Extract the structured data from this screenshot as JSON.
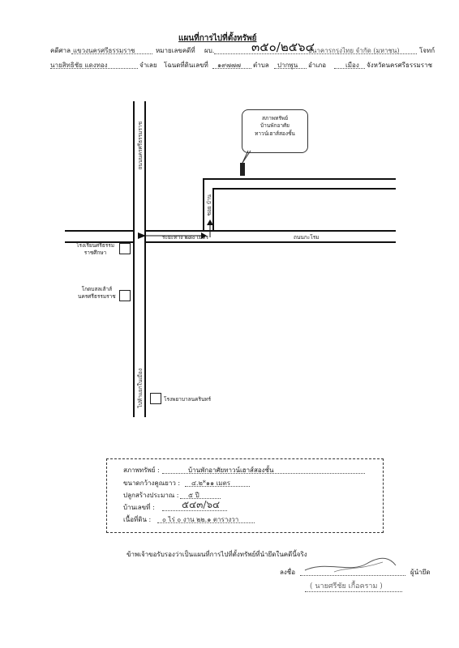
{
  "header": {
    "title": "แผนที่การไปที่ตั้งทรัพย์",
    "court_label": "คดีศาล",
    "court_value": "แขวงนครศรีธรรมราช",
    "case_label": "หมายเลขคดีที่",
    "case_prefix": "ผบ.",
    "case_value": "๓๕๐/๒๕๖๔",
    "plaintiff_value": "ธนาคารกรุงไทย จำกัด (มหาชน)",
    "plaintiff_suffix": "โจทก์",
    "defendant_value": "นายสิทธิชัย แดงทอง",
    "defendant_label": "จำเลย",
    "deed_label": "โฉนดที่ดินเลขที่",
    "deed_value": "๑๙๗๗๗",
    "subdistrict_label": "ตำบล",
    "subdistrict_value": "ปากพูน",
    "district_label": "อำเภอ",
    "district_value": "เมือง",
    "province_value": "จังหวัดนครศรีธรรมราช"
  },
  "map": {
    "road_vertical_upper": "ถนนนครศรีธรรมราช",
    "road_vertical_lower": "ไปห้าแยกในเมือง",
    "road_horizontal": "ถนนกะโรม",
    "distance_label": "ระยะทาง ๒๘๐ เมตร",
    "soi_label": "ซอย บ้าน",
    "place_school": "โรงเรียนศรีธรรม\nราชศึกษา",
    "place_temple": "โกดบสลเส้าส์\nนครศรีธรรมราช",
    "place_hospital": "โรงพยาบาลนครินทร์",
    "callout": "สภาพทรัพย์\nบ้านพักอาศัย\nทาวน์เฮาส์สองชั้น"
  },
  "details": {
    "condition_label": "สภาพทรัพย์ :",
    "condition_value": "บ้านพักอาศัยทาวน์เฮาส์สองชั้น",
    "size_label": "ขนาดกว้างคูณยาว :",
    "size_value": "๔.๒*๑๑ เมตร",
    "age_label": "ปลูกสร้างประมาณ :",
    "age_value": "๕ ปี",
    "house_no_label": "บ้านเลขที่ :",
    "house_no_value": "๕๔๓/๖๔",
    "area_label": "เนื้อที่ดิน :",
    "area_value": "๐ ไร่ ๐ งาน ๒๒.๑ ตารางวา"
  },
  "footer": {
    "certify": "ข้าพเจ้าขอรับรองว่าเป็นแผนที่การไปที่ตั้งทรัพย์ที่นำยึดในคดีนี้จริง",
    "sign_label": "ลงชื่อ",
    "sign_role": "ผู้นำยึด",
    "sign_name": "( นายศรีชัย เกื้อคราม )"
  }
}
